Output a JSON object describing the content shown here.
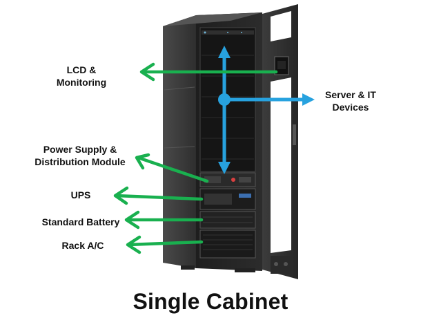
{
  "title": "Single Cabinet",
  "labels": {
    "lcd": [
      "LCD &",
      "Monitoring"
    ],
    "server": [
      "Server & IT",
      "Devices"
    ],
    "power": [
      "Power Supply &",
      "Distribution Module"
    ],
    "ups": "UPS",
    "battery": "Standard Battery",
    "rack_ac": "Rack A/C"
  },
  "colors": {
    "green_arrow": "#19b04f",
    "blue_arrow": "#27a2df",
    "cabinet_body": "#2b2b2b",
    "cabinet_side": "#3a3a3a"
  }
}
